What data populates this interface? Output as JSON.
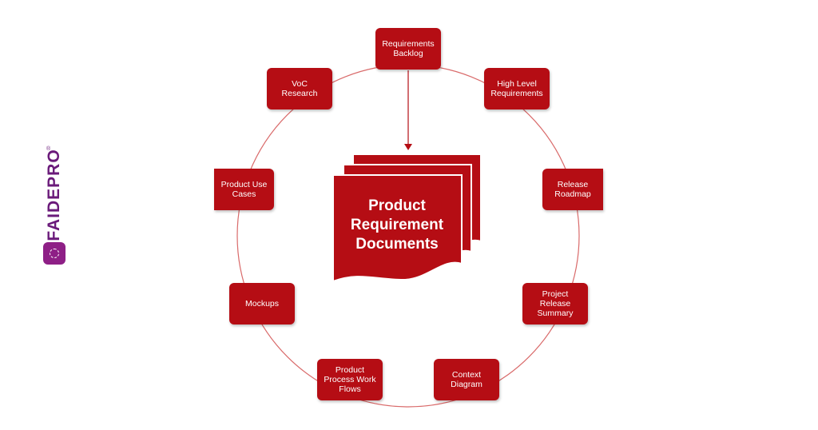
{
  "brand": {
    "name": "FAIDEPRO",
    "registered_mark": "®"
  },
  "center": {
    "title": "Product\nRequirement\nDocuments"
  },
  "nodes": {
    "requirements_backlog": "Requirements\nBacklog",
    "high_level_requirements": "High Level\nRequirements",
    "release_roadmap": "Release\nRoadmap",
    "project_release_summary": "Project\nRelease\nSummary",
    "context_diagram": "Context\nDiagram",
    "product_process_work_flows": "Product\nProcess Work\nFlows",
    "mockups": "Mockups",
    "product_use_cases": "Product Use\nCases",
    "voc_research": "VoC\nResearch"
  },
  "colors": {
    "node_fill": "#b50d14",
    "doc_fill": "#b50d14",
    "cycle_line": "#d96a6a",
    "brand_purple": "#8e1f86",
    "text": "#ffffff"
  }
}
